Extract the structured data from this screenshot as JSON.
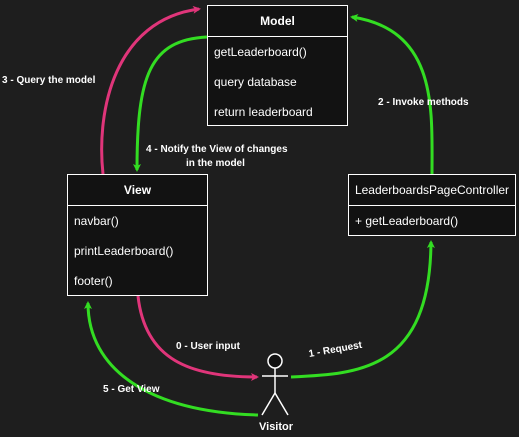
{
  "model": {
    "title": "Model",
    "methods": [
      "getLeaderboard()",
      "query database",
      "return leaderboard"
    ]
  },
  "view": {
    "title": "View",
    "methods": [
      "navbar()",
      "printLeaderboard()",
      "footer()"
    ]
  },
  "controller": {
    "title": "LeaderboardsPageController",
    "methods": [
      "+ getLeaderboard()"
    ]
  },
  "actor": {
    "name": "Visitor"
  },
  "arrows": {
    "user_input": "0 - User input",
    "request": "1 - Request",
    "invoke": "2 - Invoke methods",
    "query": "3 - Query the model",
    "notify_line1": "4 - Notify the View of changes",
    "notify_line2": "in the model",
    "get_view": "5 - Get View"
  },
  "colors": {
    "green": "#33dd22",
    "pink": "#e0357a",
    "background": "#1e1e1e",
    "box_fill": "#121212"
  }
}
